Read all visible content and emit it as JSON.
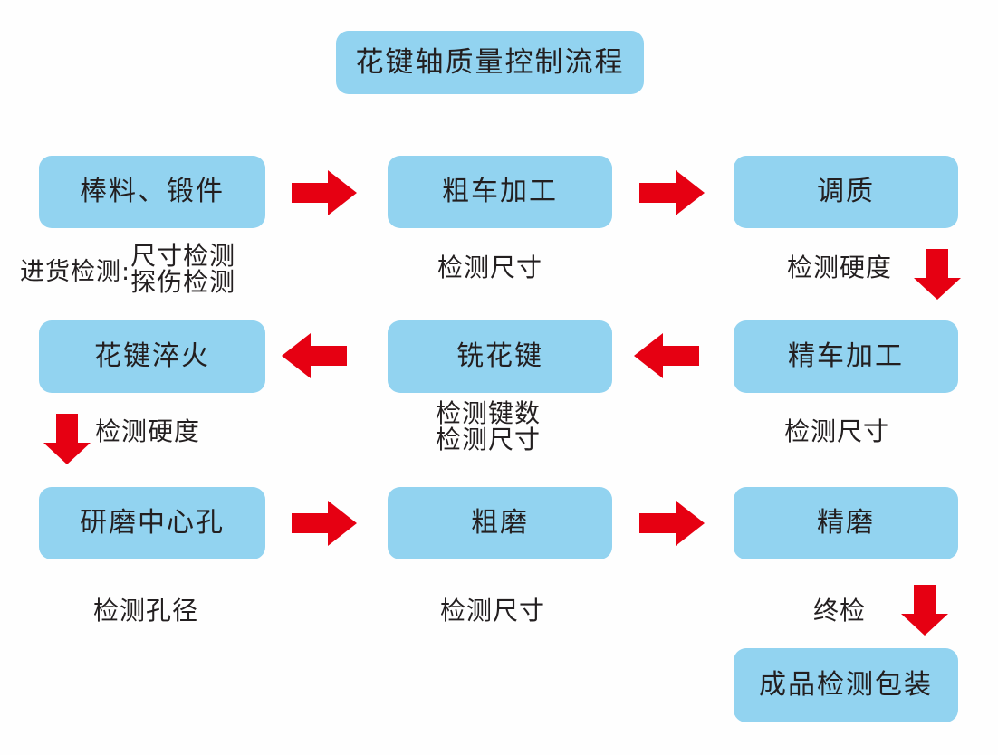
{
  "diagram": {
    "title": "花键轴质量控制流程",
    "accent_box_color": "#92d3f0",
    "arrow_color": "#e60012",
    "text_color": "#231f20",
    "background_color": "#fefefe",
    "nodes": [
      {
        "id": "n1",
        "label": "棒料、锻件"
      },
      {
        "id": "n2",
        "label": "粗车加工"
      },
      {
        "id": "n3",
        "label": "调质"
      },
      {
        "id": "n4",
        "label": "花键淬火"
      },
      {
        "id": "n5",
        "label": "铣花键"
      },
      {
        "id": "n6",
        "label": "精车加工"
      },
      {
        "id": "n7",
        "label": "研磨中心孔"
      },
      {
        "id": "n8",
        "label": "粗磨"
      },
      {
        "id": "n9",
        "label": "精磨"
      },
      {
        "id": "n10",
        "label": "成品检测包装"
      }
    ],
    "labels": {
      "incoming_prefix": "进货检测:",
      "incoming_line1": "尺寸检测",
      "incoming_line2": "探伤检测",
      "rough_turn_check": "检测尺寸",
      "quench_temper_check": "检测硬度",
      "spline_quench_check": "检测硬度",
      "mill_spline_line1": "检测键数",
      "mill_spline_line2": "检测尺寸",
      "fine_turn_check": "检测尺寸",
      "center_hole_check": "检测孔径",
      "rough_grind_check": "检测尺寸",
      "final_inspection": "终检"
    },
    "arrows": [
      {
        "id": "a1",
        "direction": "right",
        "from": "n1",
        "to": "n2"
      },
      {
        "id": "a2",
        "direction": "right",
        "from": "n2",
        "to": "n3"
      },
      {
        "id": "a3",
        "direction": "down",
        "from": "n3",
        "to": "n6"
      },
      {
        "id": "a4",
        "direction": "left",
        "from": "n6",
        "to": "n5"
      },
      {
        "id": "a5",
        "direction": "left",
        "from": "n5",
        "to": "n4"
      },
      {
        "id": "a6",
        "direction": "down",
        "from": "n4",
        "to": "n7"
      },
      {
        "id": "a7",
        "direction": "right",
        "from": "n7",
        "to": "n8"
      },
      {
        "id": "a8",
        "direction": "right",
        "from": "n8",
        "to": "n9"
      },
      {
        "id": "a9",
        "direction": "down",
        "from": "n9",
        "to": "n10"
      }
    ]
  }
}
